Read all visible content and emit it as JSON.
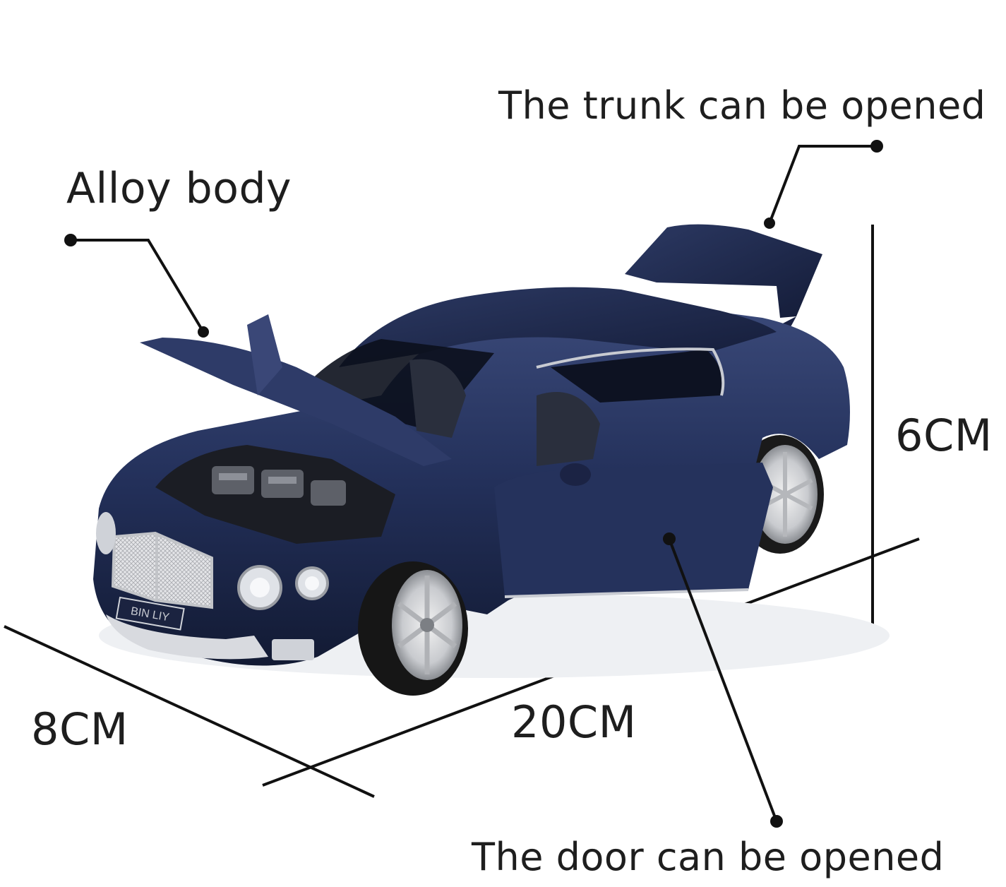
{
  "callouts": {
    "trunk": "The trunk can be opened",
    "alloy": "Alloy body",
    "door": "The door can be opened"
  },
  "dimensions": {
    "height": "6CM",
    "width": "8CM",
    "length": "20CM"
  },
  "car_badge": "BIN LIY",
  "colors": {
    "body": "#1f2a4f",
    "body_dark": "#121a33",
    "chrome": "#d6d8dc",
    "line": "#111111"
  }
}
